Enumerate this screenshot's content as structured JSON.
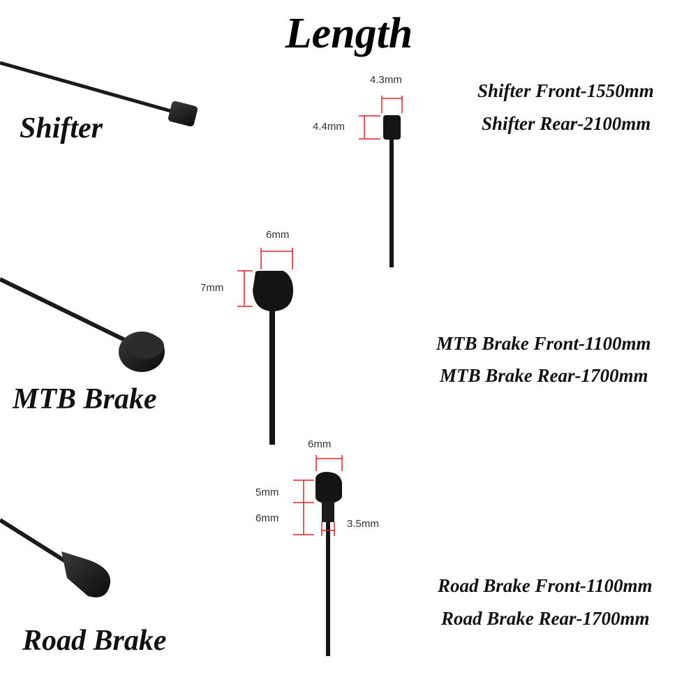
{
  "title": "Length",
  "types": {
    "shifter": "Shifter",
    "mtb_brake": "MTB Brake",
    "road_brake": "Road Brake"
  },
  "specs": {
    "shifter": [
      "Shifter Front-1550mm",
      "Shifter Rear-2100mm"
    ],
    "mtb_brake": [
      "MTB Brake Front-1100mm",
      "MTB Brake Rear-1700mm"
    ],
    "road_brake": [
      "Road Brake Front-1100mm",
      "Road Brake Rear-1700mm"
    ]
  },
  "dimensions": {
    "shifter": {
      "width": "4.3mm",
      "height": "4.4mm"
    },
    "mtb_brake": {
      "width": "6mm",
      "height": "7mm"
    },
    "road_brake": {
      "width": "6mm",
      "head_height": "5mm",
      "neck_height": "6mm",
      "neck_width": "3.5mm"
    }
  },
  "colors": {
    "cable": "#141414",
    "dimension_line": "#e0212a"
  }
}
